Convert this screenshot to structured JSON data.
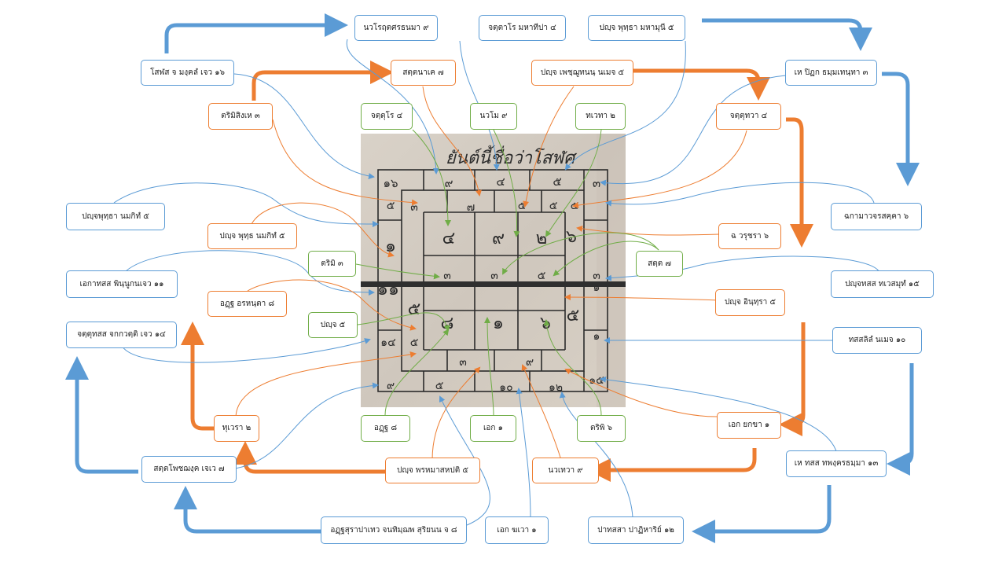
{
  "manuscript": {
    "title": "ยันต์นี้ชื่อว่าโสฬศ",
    "grid_top": [
      "๑๖",
      "๙",
      "๔",
      "๕",
      "๓"
    ],
    "grid_rows": [
      [
        "๕",
        "๓",
        "๗",
        "๕",
        "๕",
        "๕"
      ],
      [
        "๑",
        "๔",
        "๙",
        "๒",
        "๖"
      ],
      [
        "๓",
        "๓",
        "๕",
        "๓",
        "๑"
      ],
      [
        "๑๑",
        "๕",
        "๘",
        "๑",
        "๖",
        "๕"
      ],
      [
        "๑๔",
        "๕",
        "๓",
        "๙",
        "๑"
      ],
      [
        "๙",
        "๕",
        "๑๐",
        "๑๒",
        "๑๕"
      ]
    ]
  },
  "labels": [
    {
      "id": "L1",
      "text": "นวโรฤตศรธนมา ๙",
      "color": "blue"
    },
    {
      "id": "L2",
      "text": "จตฺตาโร มหาทีปา ๔",
      "color": "blue"
    },
    {
      "id": "L3",
      "text": "ปญฺจ พุทฺธา มหามุนี ๕",
      "color": "blue"
    },
    {
      "id": "L4",
      "text": "โสฬส จ มงฺคลํ เจว ๑๖",
      "color": "blue"
    },
    {
      "id": "L5",
      "text": "สตฺตนาเค ๗",
      "color": "orange"
    },
    {
      "id": "L6",
      "text": "ปญฺจ เพชฺฌูทนนฺ นเมจ ๕",
      "color": "orange"
    },
    {
      "id": "L7",
      "text": "เห ปิฏก ธมฺมเทนฺทา ๓",
      "color": "blue"
    },
    {
      "id": "L8",
      "text": "ตริมิสิงเห ๓",
      "color": "orange"
    },
    {
      "id": "L9",
      "text": "จตฺตุโร ๔",
      "color": "green"
    },
    {
      "id": "L10",
      "text": "นวโม ๙",
      "color": "green"
    },
    {
      "id": "L11",
      "text": "ทเวทา ๒",
      "color": "green"
    },
    {
      "id": "L12",
      "text": "จตฺตุทวา ๔",
      "color": "orange"
    },
    {
      "id": "L13",
      "text": "ปญฺจพุทฺธา นมกิทํ ๕",
      "color": "blue"
    },
    {
      "id": "L14",
      "text": "ปญฺจ พุทฺธ นมกิทํ ๕",
      "color": "orange"
    },
    {
      "id": "L15",
      "text": "ฉกามาวจรสคฺคา ๖",
      "color": "blue"
    },
    {
      "id": "L16",
      "text": "ฉ วรุชรา ๖",
      "color": "orange"
    },
    {
      "id": "L17",
      "text": "ตริมิ ๓",
      "color": "green"
    },
    {
      "id": "L18",
      "text": "สตฺต ๗",
      "color": "green"
    },
    {
      "id": "L19",
      "text": "เอกาทสส พินฺนูกนเจว ๑๑",
      "color": "blue"
    },
    {
      "id": "L20",
      "text": "ปญฺจทสส ทเวสมุทํ ๑๕",
      "color": "blue"
    },
    {
      "id": "L21",
      "text": "อฏฺฐ อรหนฺตา ๘",
      "color": "orange"
    },
    {
      "id": "L22",
      "text": "ปญฺจ อินฺทฺรา ๕",
      "color": "orange"
    },
    {
      "id": "L23",
      "text": "ปญฺจ ๕",
      "color": "green"
    },
    {
      "id": "L24",
      "text": "จตฺตุทสส จกกวตฺติ เจว ๑๔",
      "color": "blue"
    },
    {
      "id": "L25",
      "text": "ทสสลิลํ นเมจ ๑๐",
      "color": "blue"
    },
    {
      "id": "L26",
      "text": "ทุเวรา ๒",
      "color": "orange"
    },
    {
      "id": "L27",
      "text": "อฏฺฐ ๘",
      "color": "green"
    },
    {
      "id": "L28",
      "text": "เอก ๑",
      "color": "green"
    },
    {
      "id": "L29",
      "text": "ตริพิ ๖",
      "color": "green"
    },
    {
      "id": "L30",
      "text": "เอก ยกขา ๑",
      "color": "orange"
    },
    {
      "id": "L31",
      "text": "สตฺตโพชฌงฺค เจเว ๗",
      "color": "blue"
    },
    {
      "id": "L32",
      "text": "ปญฺจ พรหมาสหปติ ๕",
      "color": "orange"
    },
    {
      "id": "L33",
      "text": "นวเทวา ๙",
      "color": "orange"
    },
    {
      "id": "L34",
      "text": "เห ทสส ทพงฺครธมฺมา ๑๓",
      "color": "blue"
    },
    {
      "id": "L35",
      "text": "อฏฺฐสุราปาเทว จนทิมฺฌพ สุริยนน จ ๘",
      "color": "blue"
    },
    {
      "id": "L36",
      "text": "เอก ฆเวา ๑",
      "color": "blue"
    },
    {
      "id": "L37",
      "text": "ปาทสสา ปาฏิหาริย์ ๑๒",
      "color": "blue"
    }
  ],
  "colors": {
    "blue": "#5b9bd5",
    "orange": "#ed7d31",
    "green": "#70ad47",
    "scan_bg": "#d4ccc2",
    "ink": "#2b2b2b"
  }
}
